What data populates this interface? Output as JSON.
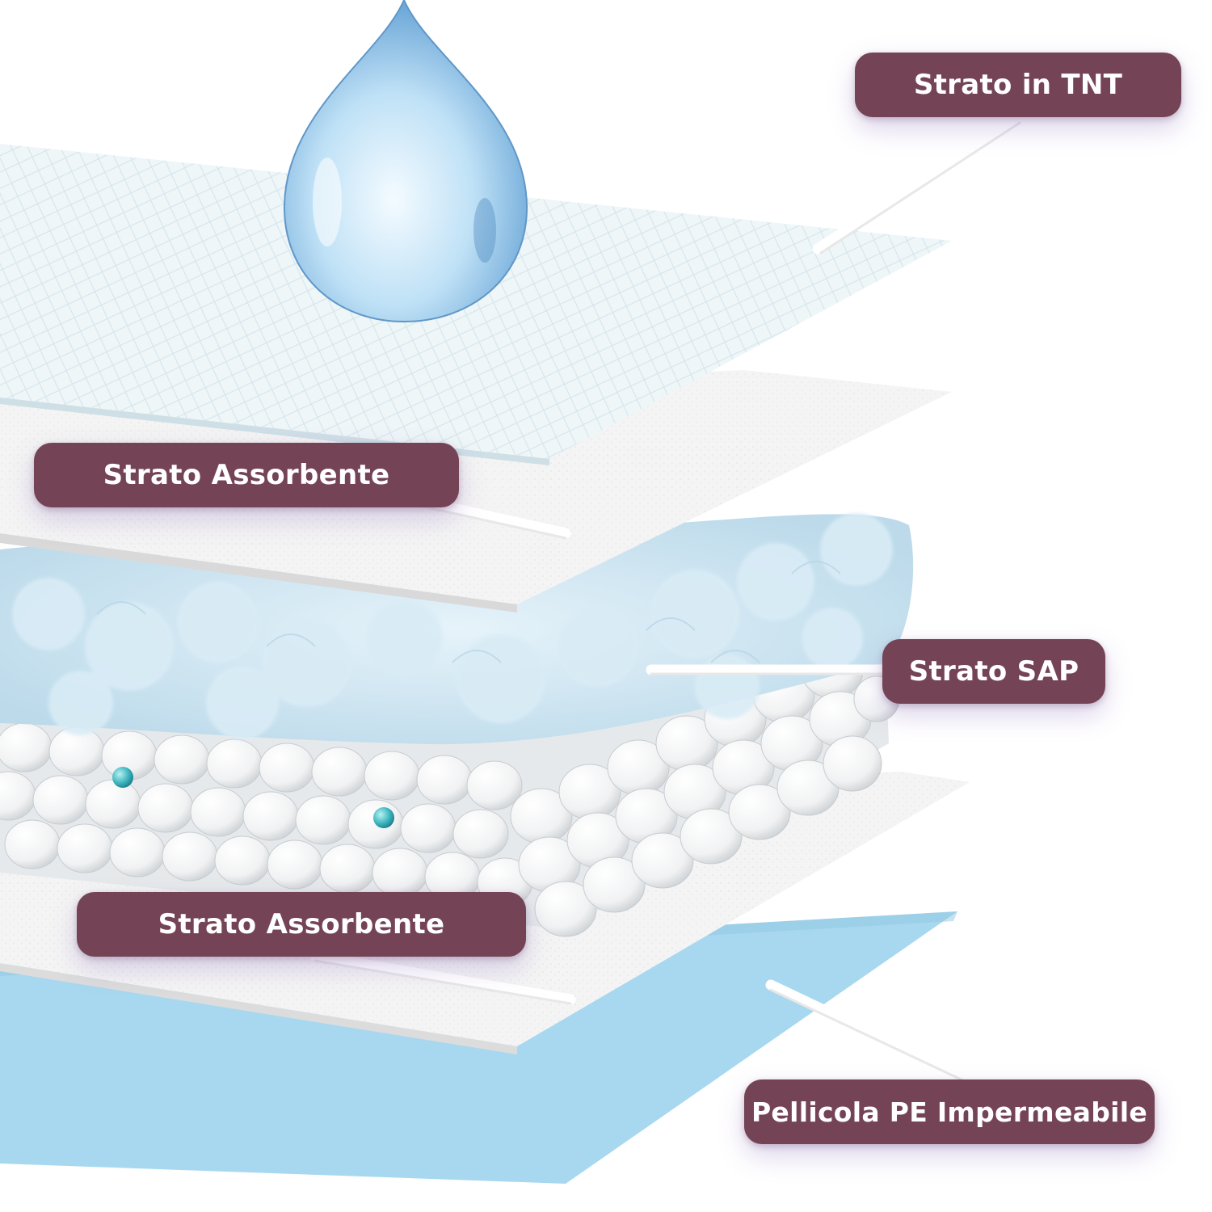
{
  "labels": {
    "tnt": "Strato in TNT",
    "absorbent_top": "Strato Assorbente",
    "sap": "Strato SAP",
    "absorbent_bottom": "Strato Assorbente",
    "pe_film": "Pellicola PE Impermeabile"
  },
  "colors": {
    "label_background": "#744456",
    "label_text": "#ffffff",
    "pe_film": "#a8d8ef",
    "fluff": "#cfe6f2",
    "tnt_sheet": "#eef6f8",
    "absorbent_sheet": "#f4f4f4"
  },
  "icons": {
    "drop": "water-drop-icon",
    "granule": "sap-granule-icon"
  }
}
